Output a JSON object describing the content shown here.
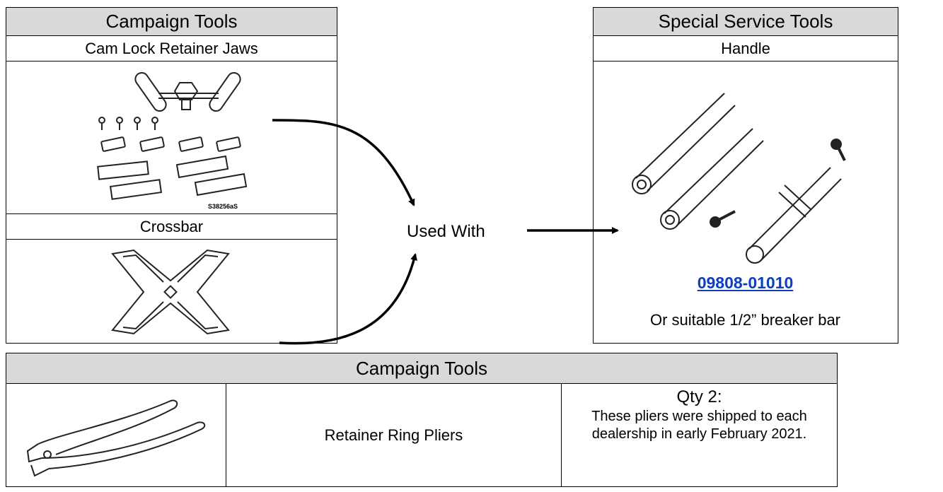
{
  "campaign_tools_box": {
    "header": "Campaign Tools",
    "jaws_label": "Cam Lock Retainer Jaws",
    "jaws_image_code": "S38256aS",
    "crossbar_label": "Crossbar"
  },
  "center": {
    "used_with": "Used With"
  },
  "special_tools_box": {
    "header": "Special Service Tools",
    "handle_label": "Handle",
    "part_number": "09808-01010",
    "alt_text": "Or suitable 1/2” breaker bar"
  },
  "bottom_table": {
    "header": "Campaign Tools",
    "tool_name": "Retainer Ring Pliers",
    "qty_label": "Qty 2:",
    "qty_note": "These pliers were shipped to each dealership in early February 2021."
  }
}
